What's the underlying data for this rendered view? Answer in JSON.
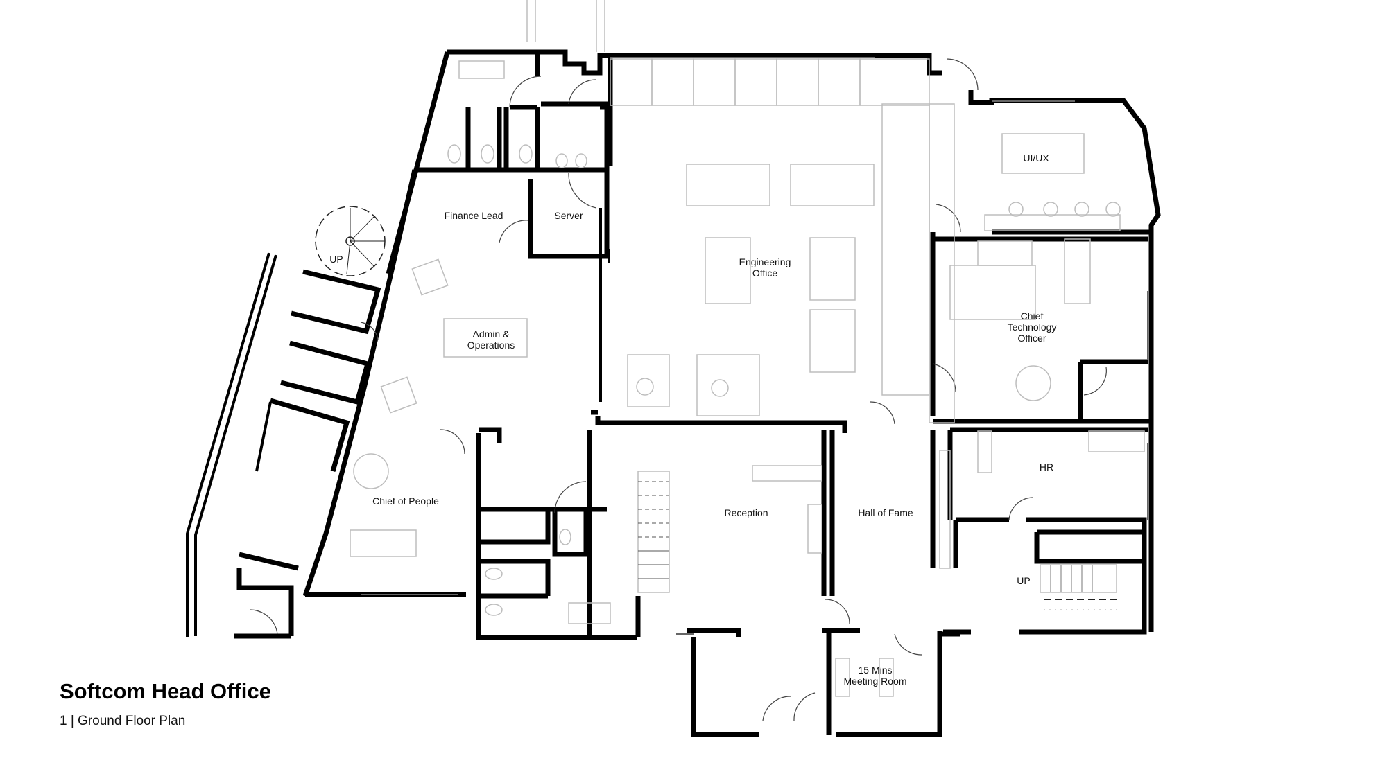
{
  "title": "Softcom Head Office",
  "subtitle": "1 | Ground Floor Plan",
  "rooms": {
    "finance_lead": "Finance Lead",
    "server": "Server",
    "engineering_office_1": "Engineering",
    "engineering_office_2": "Office",
    "ui_ux": "UI/UX",
    "cto_1": "Chief",
    "cto_2": "Technology",
    "cto_3": "Officer",
    "admin_ops_1": "Admin &",
    "admin_ops_2": "Operations",
    "chief_of_people": "Chief of People",
    "reception": "Reception",
    "hall_of_fame": "Hall of Fame",
    "hr": "HR",
    "meeting_room_1": "15 Mins",
    "meeting_room_2": "Meeting Room"
  },
  "annotations": {
    "spiral_stair_up": "UP",
    "stair_up_east": "UP"
  },
  "colors": {
    "wall": "#000000",
    "furniture": "#bdbdbd",
    "background": "#ffffff"
  }
}
